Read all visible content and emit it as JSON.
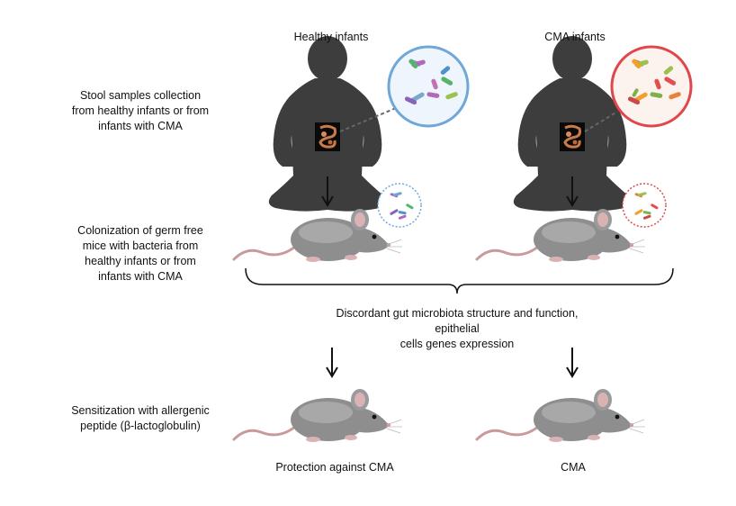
{
  "columns": {
    "healthy": {
      "title": "Healthy infants",
      "outcome": "Protection against CMA"
    },
    "cma": {
      "title": "CMA infants",
      "outcome": "CMA"
    }
  },
  "steps": {
    "stool": "Stool samples collection\nfrom healthy  infants or from\ninfants with CMA",
    "colonization": "Colonization of germ  free\nmice with bacteria from\nhealthy infants or from\ninfants with CMA",
    "sensitization": "Sensitization with allergenic\npeptide (β-lactoglobulin)"
  },
  "shared_result": "Discordant gut microbiota structure and function, epithelial\ncells genes expression",
  "colors": {
    "silhouette": "#3d3d3d",
    "healthy_ring": "#6fa7d8",
    "cma_ring": "#e0474c",
    "mouse_body": "#8e8e8e",
    "mouse_tail": "#c99a9a",
    "gut": "#c87a4a"
  },
  "icons": [
    "infant-silhouette-icon",
    "gut-icon",
    "microbiota-circle-icon",
    "mouse-icon",
    "arrow-down-icon",
    "brace-icon"
  ]
}
